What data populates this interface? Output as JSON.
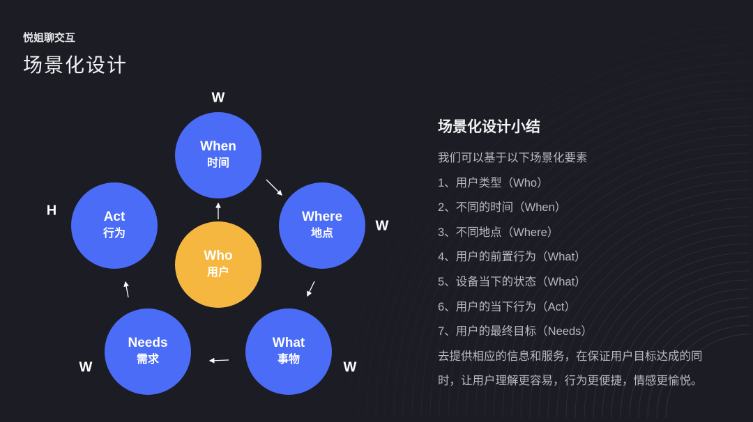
{
  "header": {
    "brand": "悦姐聊交互",
    "title": "场景化设计"
  },
  "diagram": {
    "nodes": [
      {
        "id": "when",
        "en": "When",
        "zh": "时间",
        "tag": "W"
      },
      {
        "id": "where",
        "en": "Where",
        "zh": "地点",
        "tag": "W"
      },
      {
        "id": "what",
        "en": "What",
        "zh": "事物",
        "tag": "W"
      },
      {
        "id": "needs",
        "en": "Needs",
        "zh": "需求",
        "tag": "W"
      },
      {
        "id": "act",
        "en": "Act",
        "zh": "行为",
        "tag": "H"
      },
      {
        "id": "who",
        "en": "Who",
        "zh": "用户"
      }
    ],
    "colors": {
      "node": "#4a6cf6",
      "center": "#f5b740",
      "background": "#1c1c25"
    }
  },
  "summary": {
    "title": "场景化设计小结",
    "lines": [
      "我们可以基于以下场景化要素",
      "1、用户类型（Who）",
      "2、不同的时间（When）",
      "3、不同地点（Where）",
      "4、用户的前置行为（What）",
      "5、设备当下的状态（What）",
      "6、用户的当下行为（Act）",
      "7、用户的最终目标（Needs）",
      "去提供相应的信息和服务，在保证用户目标达成的同",
      "时，让用户理解更容易，行为更便捷，情感更愉悦。"
    ]
  }
}
